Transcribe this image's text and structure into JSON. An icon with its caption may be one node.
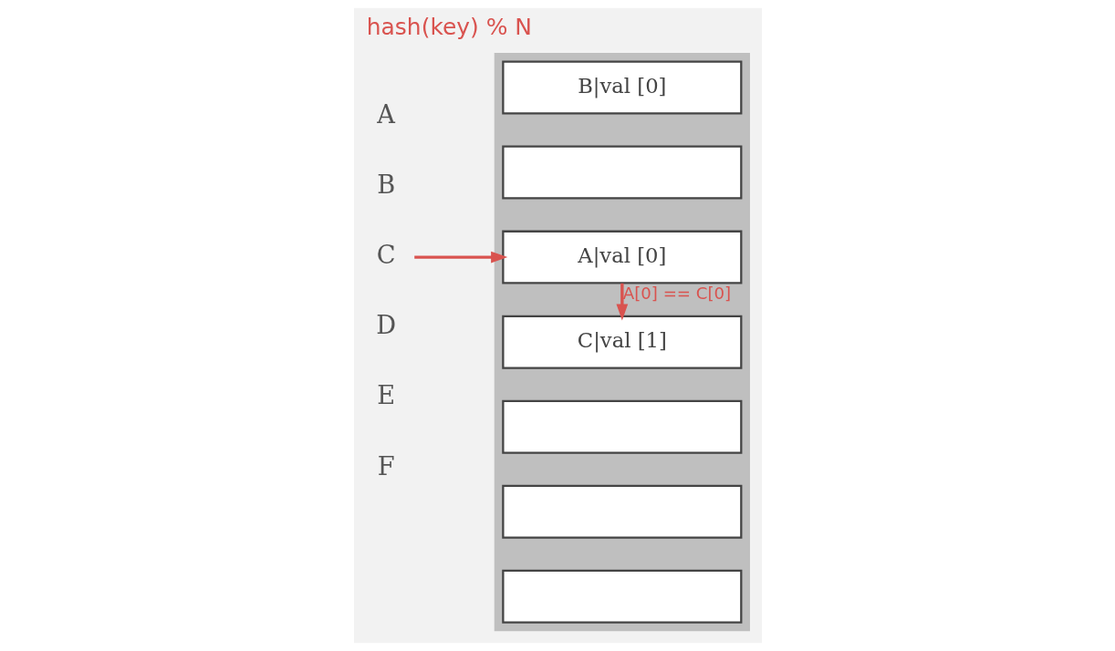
{
  "diagram": {
    "title": "hash(key) % N",
    "nodes": [
      {
        "text": [],
        "shape": "box"
      },
      {
        "text": [
          "B|val [0]"
        ],
        "in": 0
      },
      {
        "text": [],
        "shape": "box",
        "in": 0
      },
      {
        "text": [
          "A|val [0]"
        ],
        "in": 0
      },
      {
        "text": [
          "C|val [1]"
        ],
        "in": 0
      },
      {
        "text": [],
        "shape": "box",
        "in": 0
      },
      {
        "text": [],
        "shape": "box",
        "in": 0
      },
      {
        "text": [],
        "shape": "box",
        "in": 0
      },
      {
        "text": [
          "C"
        ]
      }
    ],
    "edges": [
      {
        "from": 8,
        "to": 3,
        "arrow": "to"
      },
      {
        "from": 3,
        "to": 4,
        "arrow": "to",
        "label": "A[0] == C[0]"
      }
    ],
    "labels": [
      "A",
      "B",
      "D",
      "E",
      "F"
    ]
  }
}
